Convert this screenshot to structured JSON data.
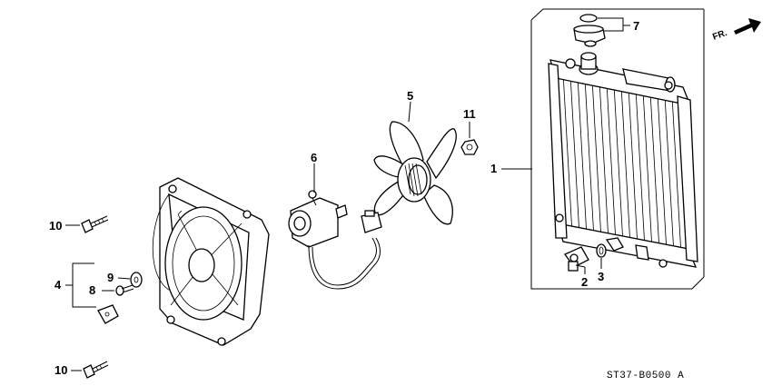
{
  "diagram_code": "ST37-B0500 A",
  "direction_label": "FR.",
  "callouts": [
    {
      "id": "1",
      "text": "1"
    },
    {
      "id": "2",
      "text": "2"
    },
    {
      "id": "3",
      "text": "3"
    },
    {
      "id": "4",
      "text": "4"
    },
    {
      "id": "5",
      "text": "5"
    },
    {
      "id": "6",
      "text": "6"
    },
    {
      "id": "7",
      "text": "7"
    },
    {
      "id": "8",
      "text": "8"
    },
    {
      "id": "9",
      "text": "9"
    },
    {
      "id": "10a",
      "text": "10"
    },
    {
      "id": "10b",
      "text": "10"
    },
    {
      "id": "11",
      "text": "11"
    }
  ]
}
